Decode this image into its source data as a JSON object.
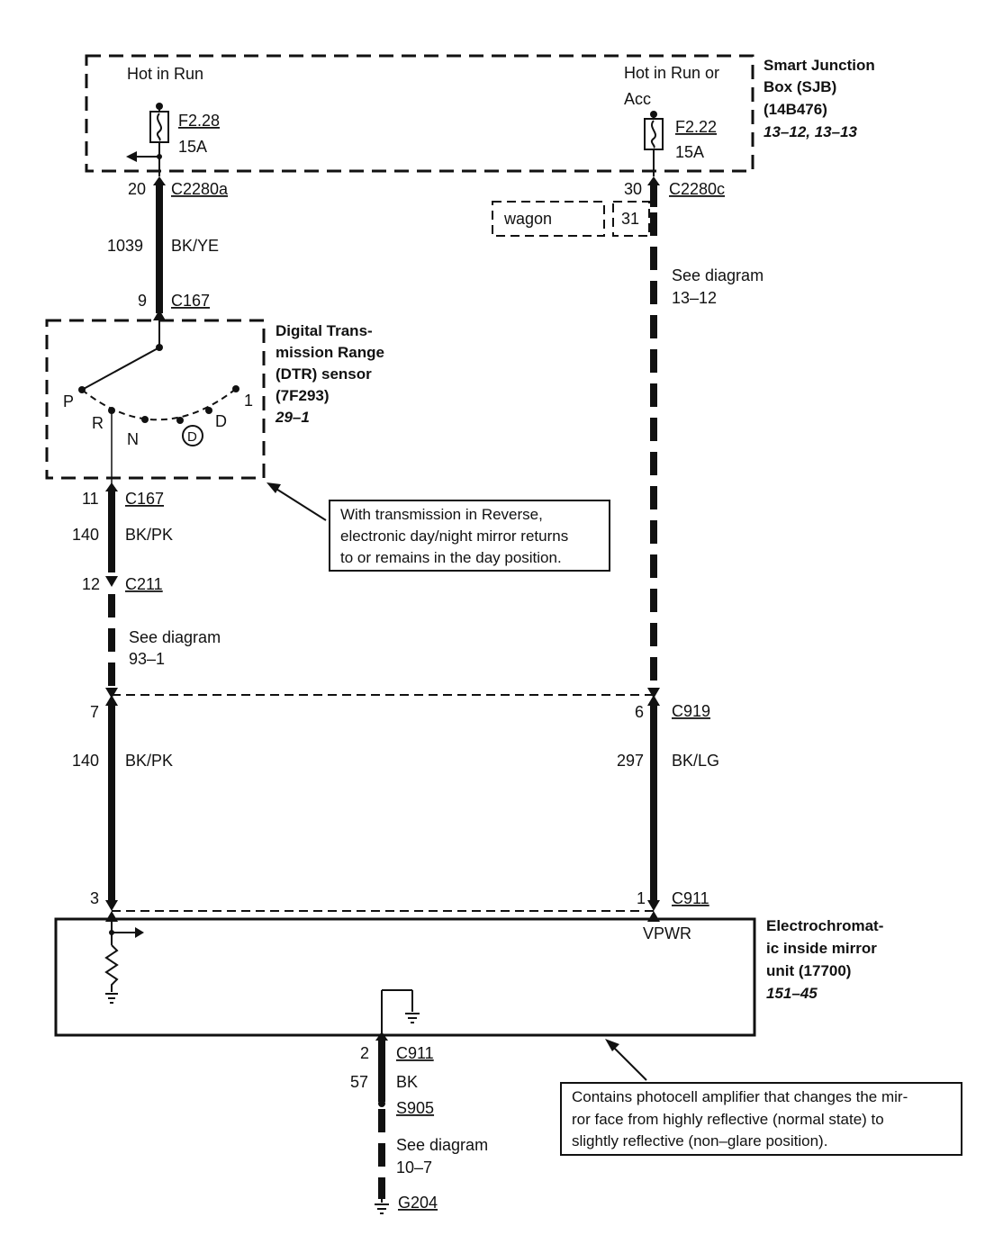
{
  "sjb": {
    "name_lines": [
      "Smart Junction",
      "Box (SJB)",
      "(14B476)"
    ],
    "ref": "13–12, 13–13",
    "left_feed": "Hot in Run",
    "right_feed_lines": [
      "Hot in Run or",
      "Acc"
    ],
    "fuse_left": {
      "id": "F2.28",
      "rating": "15A"
    },
    "fuse_right": {
      "id": "F2.22",
      "rating": "15A"
    }
  },
  "left_circuit": {
    "pin_top": "20",
    "connector_top": "C2280a",
    "circuit": "1039",
    "color": "BK/YE",
    "pin_c167": "9",
    "connector_c167": "C167"
  },
  "right_circuit": {
    "pin_top": "30",
    "connector_top": "C2280c",
    "wagon_label": "wagon",
    "wagon_pin": "31",
    "see_diagram": "See diagram",
    "see_ref": "13–12"
  },
  "dtr": {
    "name_lines": [
      "Digital Trans-",
      "mission Range",
      "(DTR) sensor",
      "(7F293)"
    ],
    "ref": "29–1",
    "positions": {
      "p": "P",
      "r": "R",
      "n": "N",
      "d_circle": "D",
      "d": "D",
      "one": "1"
    }
  },
  "reverse_circuit": {
    "pin_c167": "11",
    "connector_c167": "C167",
    "circuit": "140",
    "color": "BK/PK",
    "pin_c211": "12",
    "connector_c211": "C211",
    "see_diagram": "See diagram",
    "see_ref": "93–1"
  },
  "reverse_note_lines": [
    "With transmission in Reverse,",
    "electronic day/night mirror returns",
    "to or remains in the day position."
  ],
  "c919": {
    "pin_left": "7",
    "pin_right": "6",
    "connector": "C919",
    "left_circuit": "140",
    "left_color": "BK/PK",
    "right_circuit": "297",
    "right_color": "BK/LG"
  },
  "c911": {
    "pin_left": "3",
    "pin_right": "1",
    "connector": "C911"
  },
  "mirror": {
    "name_lines": [
      "Electrochromat-",
      "ic inside mirror",
      "unit (17700)"
    ],
    "ref": "151–45",
    "vpwr": "VPWR"
  },
  "ground_circuit": {
    "pin": "2",
    "connector": "C911",
    "circuit": "57",
    "color": "BK",
    "splice": "S905",
    "see_diagram": "See diagram",
    "see_ref": "10–7",
    "ground": "G204"
  },
  "mirror_note_lines": [
    "Contains photocell amplifier that changes the mir-",
    "ror face from highly reflective (normal state) to",
    "slightly reflective (non–glare position)."
  ]
}
